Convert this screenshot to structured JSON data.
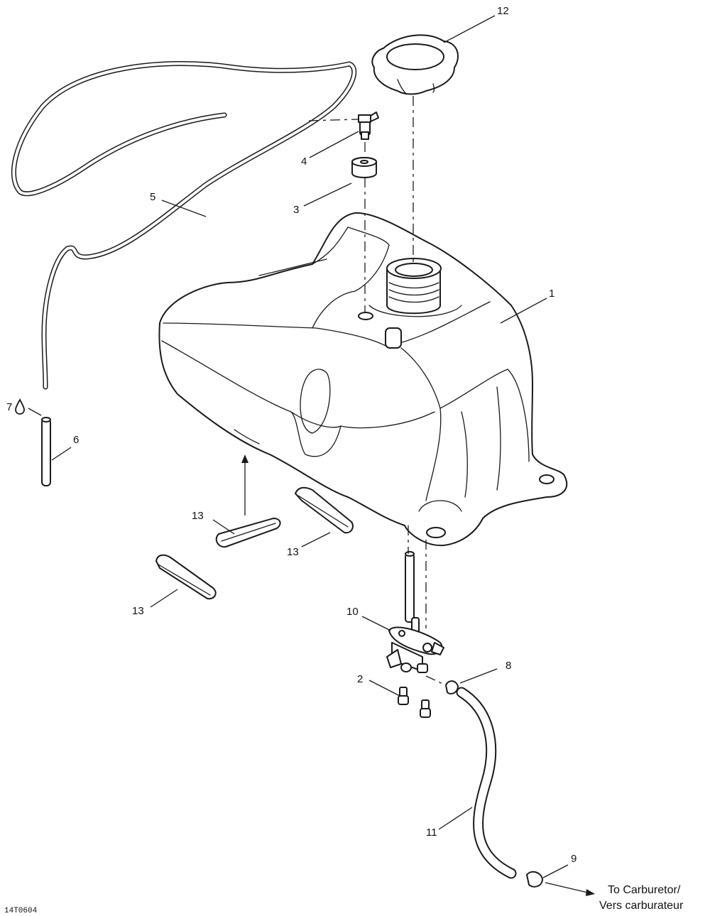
{
  "callouts": {
    "c1": "1",
    "c2": "2",
    "c3": "3",
    "c4": "4",
    "c5": "5",
    "c6": "6",
    "c7": "7",
    "c8": "8",
    "c9": "9",
    "c10": "10",
    "c11": "11",
    "c12": "12",
    "c13a": "13",
    "c13b": "13",
    "c13c": "13"
  },
  "destination": {
    "line1": "To Carburetor/",
    "line2": "Vers carburateur"
  },
  "figure_ref": "14T0604",
  "icons": {
    "lubricant": "oil-drop-icon"
  },
  "colors": {
    "ink": "#1a1a1a",
    "paper": "#ffffff"
  }
}
